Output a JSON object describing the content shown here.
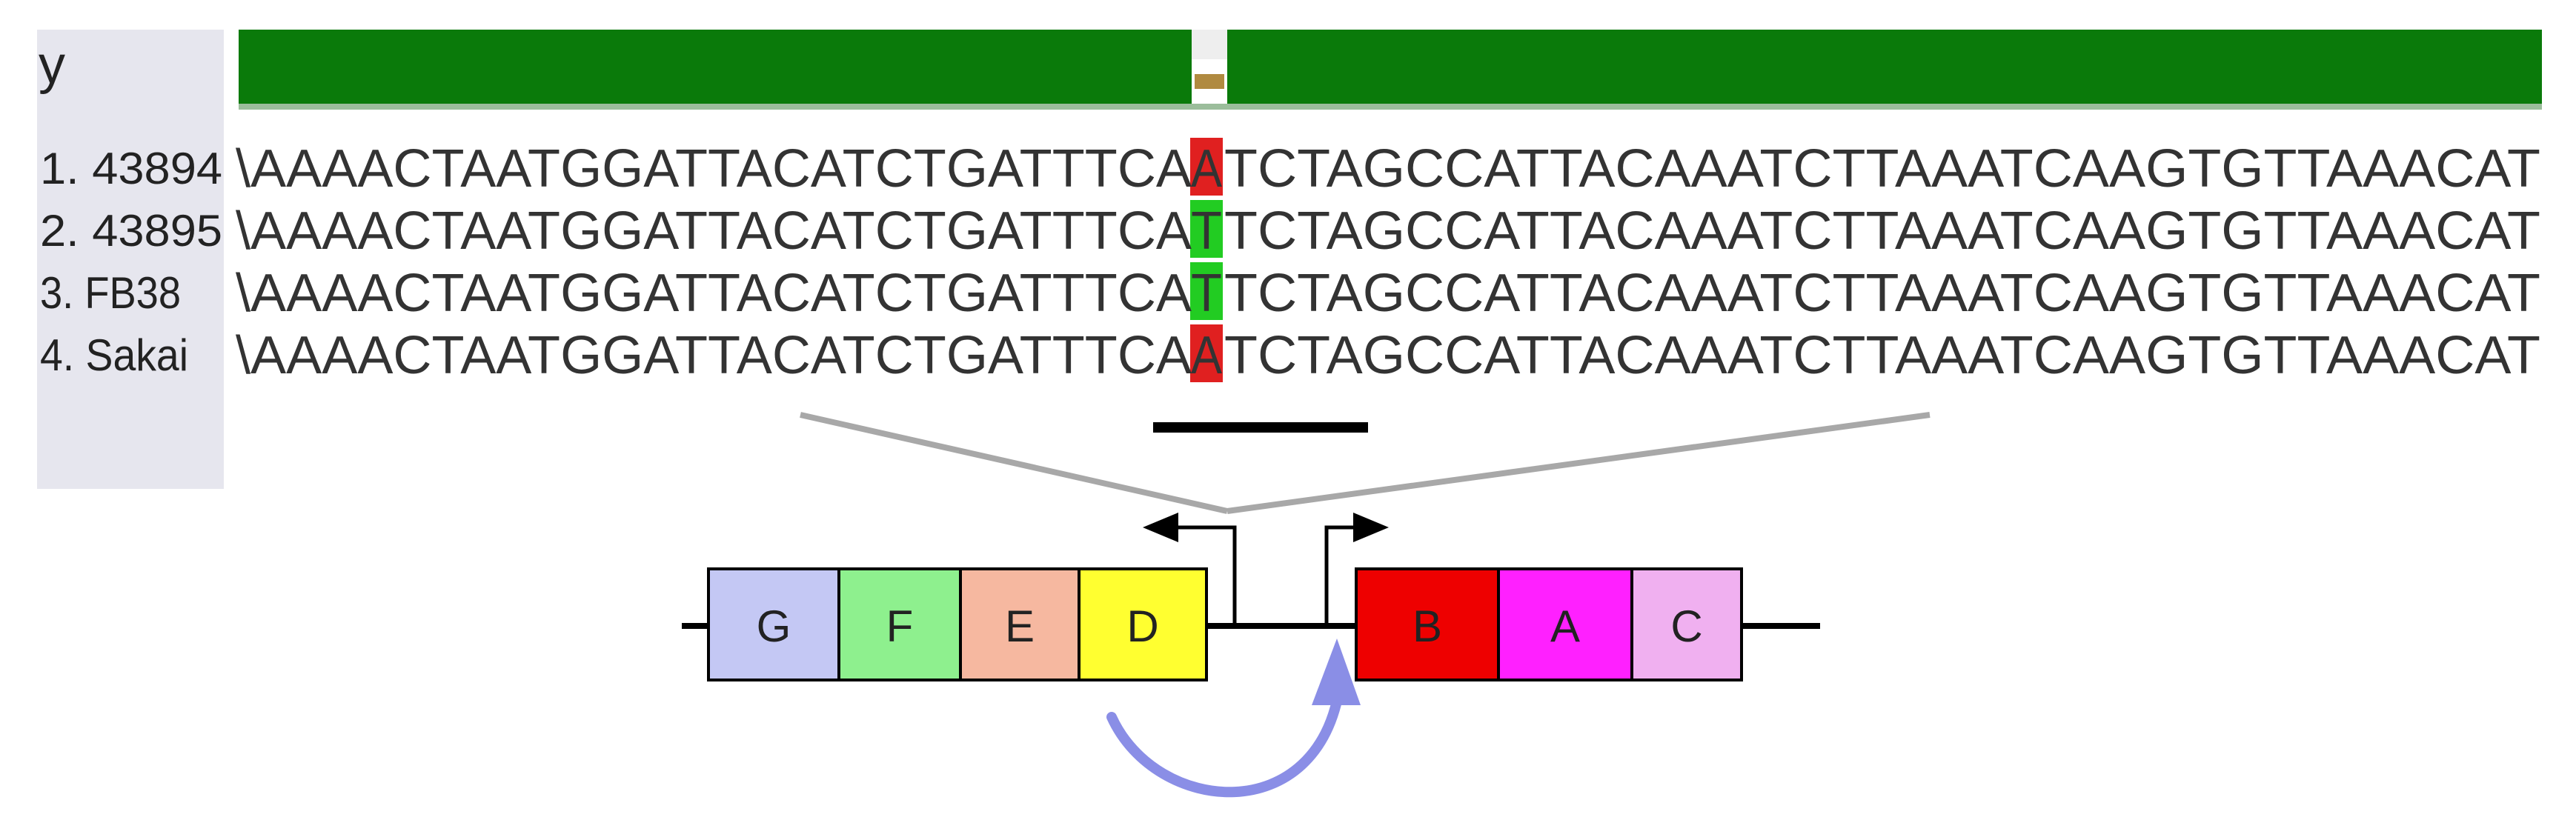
{
  "header_char": "y",
  "consensus_bar": {
    "color": "#0a7a0a",
    "gap_color": "#c0b080"
  },
  "alignment": {
    "rows": [
      {
        "name": "1. 43894",
        "left": "\\AAAACTAATGGATTACATCTGATTTCA",
        "variant": "A",
        "right": "TCTAGCCATTACAAATCTTAAATCAAGTGTTAAACAT",
        "variant_color": "#e02020"
      },
      {
        "name": "2. 43895",
        "left": "\\AAAACTAATGGATTACATCTGATTTCA",
        "variant": "T",
        "right": "TCTAGCCATTACAAATCTTAAATCAAGTGTTAAACAT",
        "variant_color": "#22cc22"
      },
      {
        "name": "3. FB38",
        "left": "\\AAAACTAATGGATTACATCTGATTTCA",
        "variant": "T",
        "right": "TCTAGCCATTACAAATCTTAAATCAAGTGTTAAACAT",
        "variant_color": "#22cc22"
      },
      {
        "name": "4. Sakai",
        "left": "\\AAAACTAATGGATTACATCTGATTTCA",
        "variant": "A",
        "right": "TCTAGCCATTACAAATCTTAAATCAAGTGTTAAACAT",
        "variant_color": "#e02020"
      }
    ]
  },
  "genes": [
    {
      "label": "G",
      "color": "#c4c8f4"
    },
    {
      "label": "F",
      "color": "#8ef08e"
    },
    {
      "label": "E",
      "color": "#f6b8a0"
    },
    {
      "label": "D",
      "color": "#ffff30"
    },
    {
      "label": "B",
      "color": "#ee0000"
    },
    {
      "label": "A",
      "color": "#ff20ff"
    },
    {
      "label": "C",
      "color": "#f0b0f0"
    }
  ],
  "arrow_color": "#8a8ee6"
}
